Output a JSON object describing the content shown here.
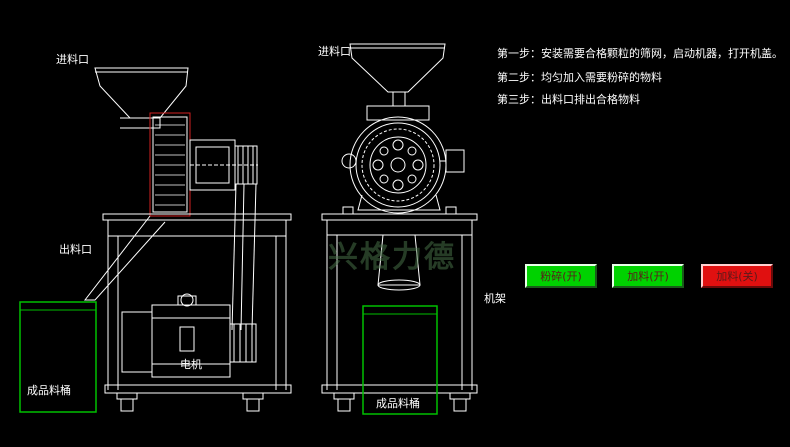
{
  "labels": {
    "inlet_left": "进料口",
    "inlet_right": "进料口",
    "outlet": "出料口",
    "motor": "电机",
    "bin_left": "成品料桶",
    "bin_right": "成品料桶",
    "frame": "机架"
  },
  "steps": [
    "第一步：安装需要合格颗粒的筛网，启动机器，打开机盖。",
    "第二步：均匀加入需要粉碎的物料",
    "第三步：出料口排出合格物料"
  ],
  "buttons": {
    "crush_on": "粉碎(开)",
    "feed_on": "加料(开)",
    "feed_off": "加料(关)"
  },
  "watermark": "兴格力德",
  "colors": {
    "line": "#ffffff",
    "accent_red": "#d02020",
    "bin_green": "#00c000",
    "btn_green": "#00d200",
    "btn_red": "#e01010"
  }
}
